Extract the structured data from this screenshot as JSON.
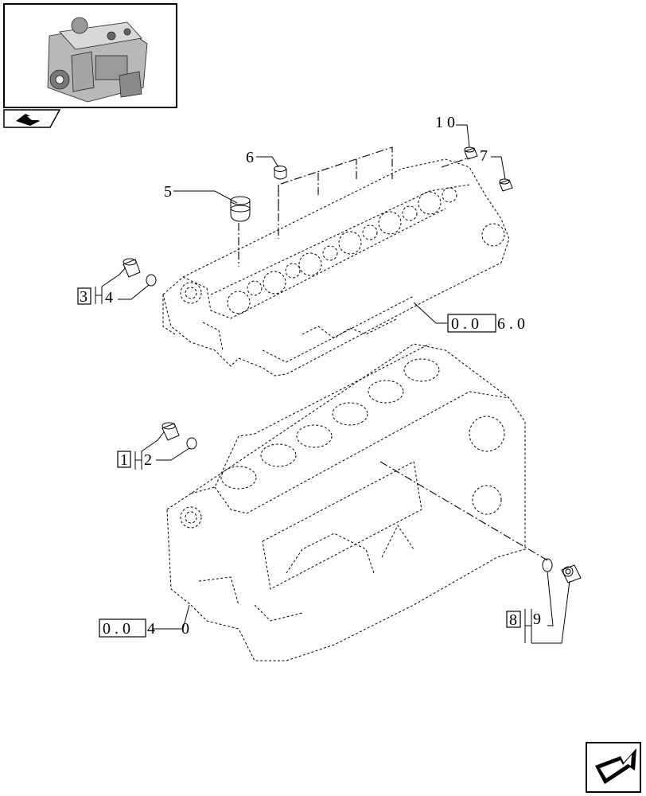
{
  "callouts": {
    "c1": "1",
    "c2": "2",
    "c3": "3",
    "c4": "4",
    "c5": "5",
    "c6": "6",
    "c7": "7",
    "c8": "8",
    "c9": "9",
    "c10": "1 0"
  },
  "refs": {
    "head_ref_boxed": "0 . 0",
    "head_ref_suffix": "6 . 0",
    "block_ref_boxed": "0 . 0",
    "block_ref_suffix_a": "4",
    "block_ref_suffix_b": "0"
  },
  "icons": {
    "thumbnail": "engine-thumbnail-icon",
    "back": "back-arrow-icon",
    "next": "next-page-arrow-icon"
  }
}
